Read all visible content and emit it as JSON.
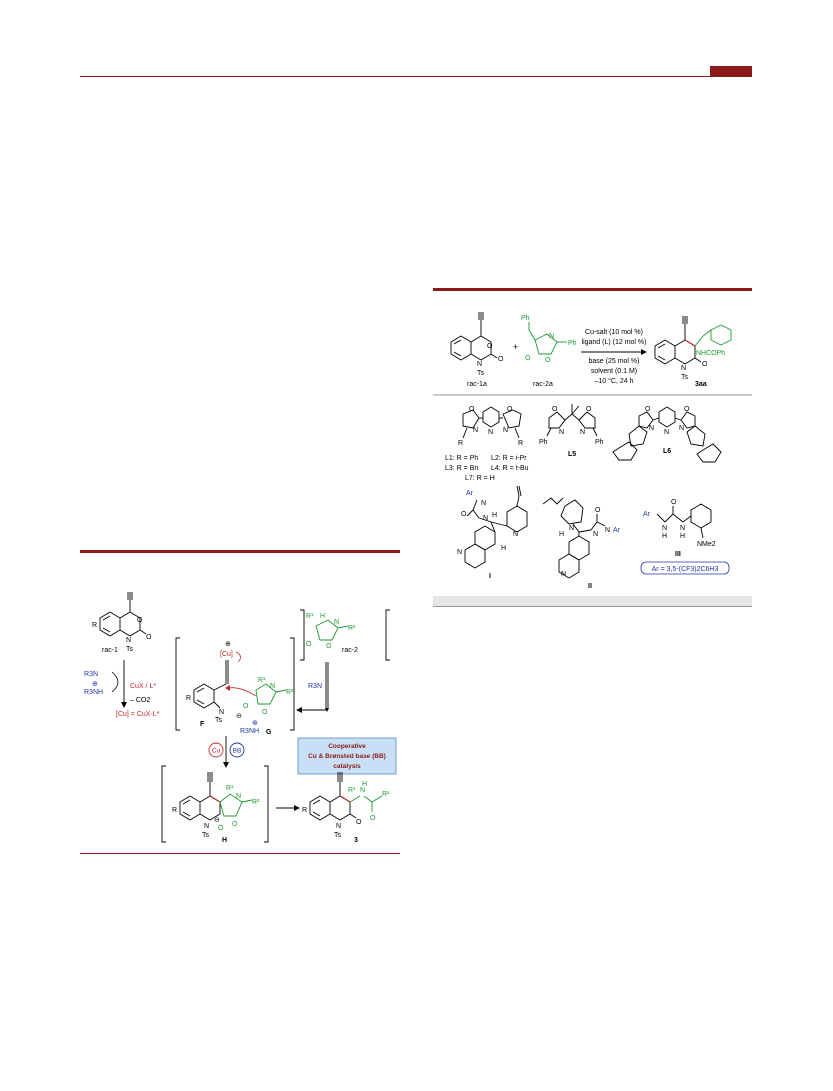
{
  "scheme": {
    "reactant_labels": [
      "rac-1",
      "rac-2"
    ],
    "cycle_labels": [
      "F",
      "G",
      "H",
      "3"
    ],
    "groups": [
      "R",
      "R1",
      "R2",
      "Ts",
      "N",
      "O"
    ],
    "base_left": [
      "R3N",
      "R3NH"
    ],
    "base_right": "R3N",
    "reagents": [
      "CuX / L*",
      "– CO2",
      "[Cu] = CuX-L*"
    ],
    "copper_label": "[Cu]",
    "catalyst_badges": [
      "Cu",
      "BB"
    ],
    "callout": [
      "Cooperative",
      "Cu & Brønsted base (BB)",
      "catalysis"
    ]
  },
  "table_scheme": {
    "substrate_labels": [
      "rac-1a",
      "rac-2a"
    ],
    "product_label": "3aa",
    "conditions": [
      "Cu-salt (10 mol %)",
      "ligand (L) (12 mol %)",
      "base (25 mol %)",
      "solvent (0.1 M)",
      "–10 °C, 24 h"
    ],
    "product_group": "NHCOPh",
    "ligand_legend": [
      "L1: R = Ph",
      "L2: R = i-Pr",
      "L3: R = Bn",
      "L4: R = t-Bu",
      "L7: R = H"
    ],
    "ligand_names": [
      "L5",
      "L6"
    ],
    "base_names": [
      "I",
      "II",
      "III"
    ],
    "base_groups": [
      "Ar",
      "NMe2"
    ],
    "ar_definition": "Ar = 3,5-(CF3)2C6H3"
  },
  "colors": {
    "accent": "#8b1a1a",
    "copper_red": "#c0282d",
    "base_blue": "#1f33a8",
    "oxazolone_green": "#1d9a2e",
    "callout_fill": "#c9dff5",
    "callout_border": "#5a8cc8"
  }
}
